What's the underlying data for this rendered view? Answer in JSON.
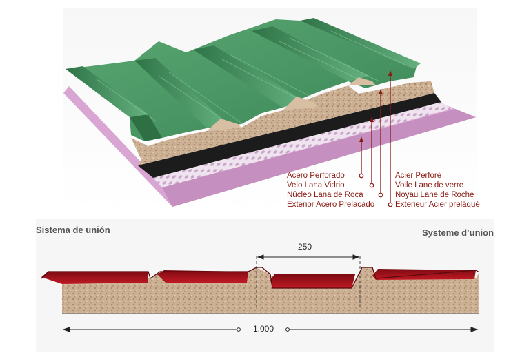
{
  "labels_es": [
    "Acero Perforado",
    "Velo  Lana  Vidrio",
    "Núcleo  Lana de Roca",
    "Exterior Acero Prelacado"
  ],
  "labels_fr": [
    "Acier Perforé",
    "Voile   Lane de verre",
    "Noyau  Lane de Roche",
    "Exterieur Acier preláqué"
  ],
  "title_left": "Sistema de unión",
  "title_right": "Systeme d’union",
  "dim_rib": "250",
  "dim_width": "1.000",
  "colors": {
    "panel_green": "#3f8f5c",
    "lining_pink": "#d7a9d4",
    "profile_red": "#a8121c",
    "label_red": "#8a1a12",
    "rock_wool": "#c9a98c"
  }
}
